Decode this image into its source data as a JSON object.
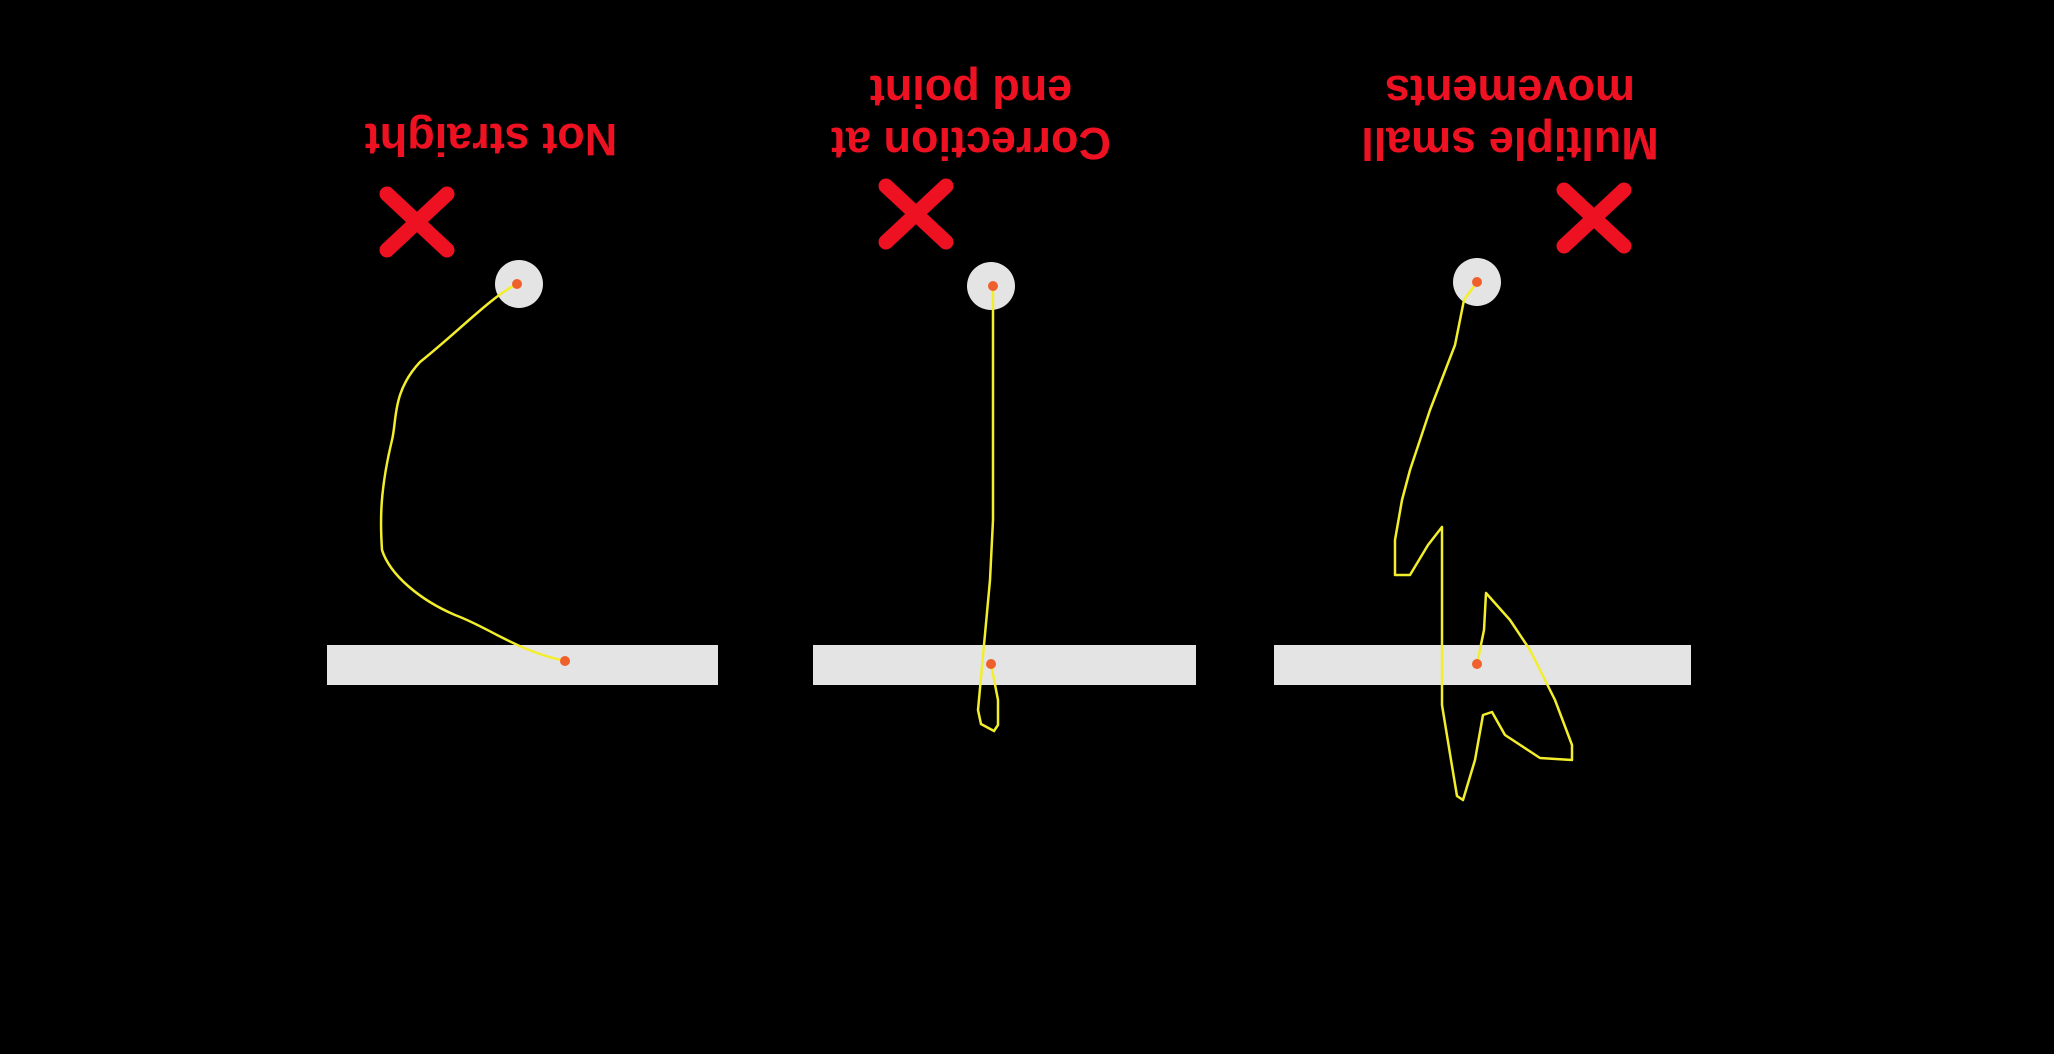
{
  "colors": {
    "background": "#000000",
    "label": "#ee1122",
    "cross": "#ee1122",
    "path": "#f2ee2c",
    "target": "#e4e4e4",
    "dot": "#f0602c"
  },
  "panels": [
    {
      "label_lines": [
        "Not straight"
      ],
      "status_icon": "cross-mark-icon",
      "description": "curved trajectory from start circle down to target bar"
    },
    {
      "label_lines": [
        "Correction at",
        "end point"
      ],
      "status_icon": "cross-mark-icon",
      "description": "straight trajectory overshooting target bar then corrected"
    },
    {
      "label_lines": [
        "Multiple small",
        "movements"
      ],
      "status_icon": "cross-mark-icon",
      "description": "zig-zag trajectory with several sub-movements around target bar"
    }
  ]
}
